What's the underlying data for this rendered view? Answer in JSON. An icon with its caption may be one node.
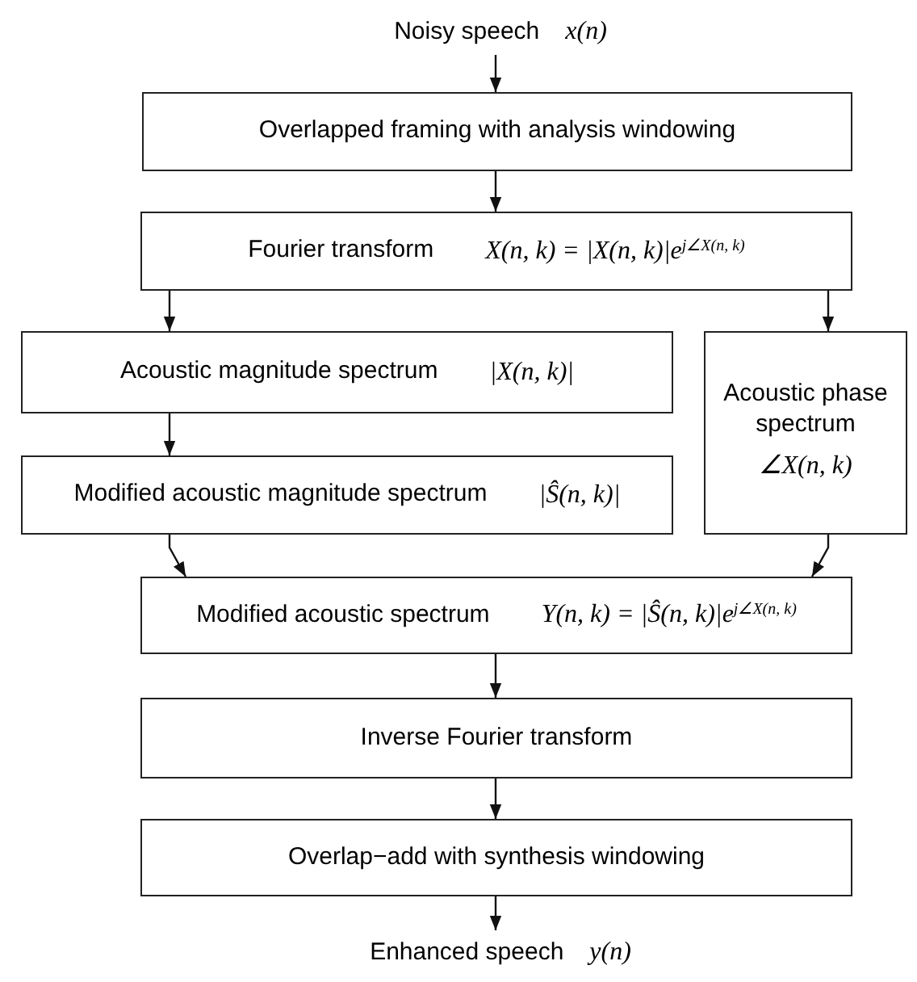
{
  "diagram": {
    "nodes": [
      {
        "text": [
          "Noisy speech",
          "x(n)"
        ]
      },
      {
        "text": [
          "Overlapped framing with analysis windowing"
        ]
      },
      {
        "text": [
          "Fourier transform",
          "X(n, k) = |X(n, k)|e$^{j∠X(n, k)}$"
        ]
      },
      {
        "text": [
          "Acoustic magnitude spectrum",
          "|X(n, k)|"
        ]
      },
      {
        "text": [
          "Acoustic phase spectrum",
          "∠X(n, k)"
        ]
      },
      {
        "text": [
          "Modified acoustic magnitude spectrum",
          "|Ŝ(n, k)|"
        ]
      },
      {
        "text": [
          "Modified acoustic spectrum",
          "Y(n, k) = |Ŝ(n, k)|e$^{j∠X(n, k)}$"
        ]
      },
      {
        "text": [
          "Inverse Fourier transform"
        ]
      },
      {
        "text": [
          "Overlap−add with synthesis windowing"
        ]
      },
      {
        "text": [
          "Enhanced speech",
          "y(n)"
        ]
      }
    ],
    "edges": [
      {
        "from": 0,
        "to": 1,
        "arrow": "to"
      },
      {
        "from": 1,
        "to": 2,
        "arrow": "to"
      },
      {
        "from": 2,
        "to": 3,
        "arrow": "to"
      },
      {
        "from": 2,
        "to": 4,
        "arrow": "to"
      },
      {
        "from": 3,
        "to": 5,
        "arrow": "to"
      },
      {
        "from": 5,
        "to": 6,
        "arrow": "to"
      },
      {
        "from": 4,
        "to": 6,
        "arrow": "to"
      },
      {
        "from": 6,
        "to": 7,
        "arrow": "to"
      },
      {
        "from": 7,
        "to": 8,
        "arrow": "to"
      },
      {
        "from": 8,
        "to": 9,
        "arrow": "to"
      }
    ]
  }
}
